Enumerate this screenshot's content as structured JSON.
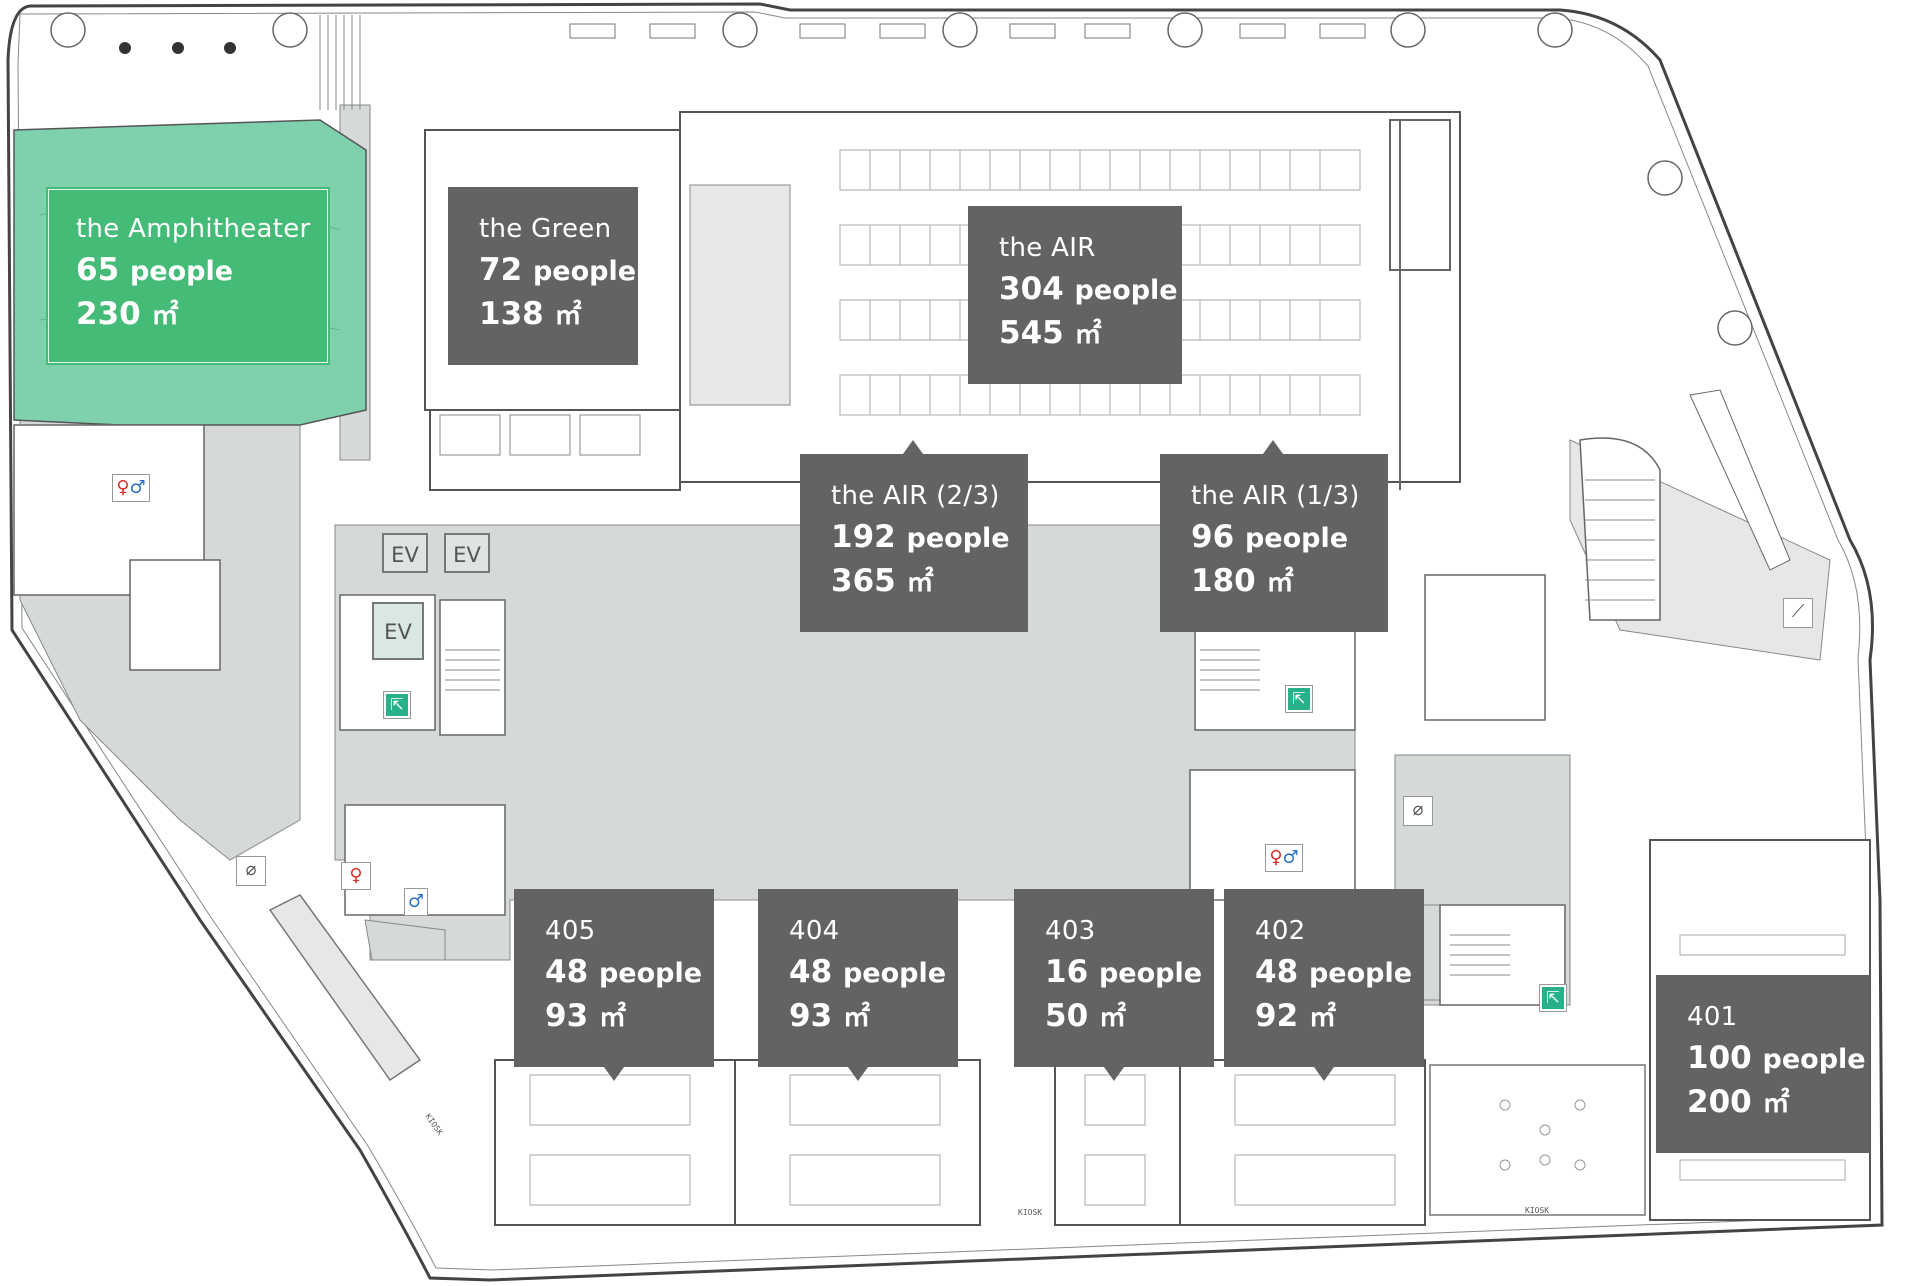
{
  "rooms": {
    "amphitheater": {
      "name": "the Amphitheater",
      "capacity": "65",
      "area": "230"
    },
    "green": {
      "name": "the Green",
      "capacity": "72",
      "area": "138"
    },
    "air": {
      "name": "the AIR",
      "capacity": "304",
      "area": "545"
    },
    "air_2_3": {
      "name": "the AIR (2/3)",
      "capacity": "192",
      "area": "365"
    },
    "air_1_3": {
      "name": "the AIR (1/3)",
      "capacity": "96",
      "area": "180"
    },
    "r405": {
      "name": "405",
      "capacity": "48",
      "area": "93"
    },
    "r404": {
      "name": "404",
      "capacity": "48",
      "area": "93"
    },
    "r403": {
      "name": "403",
      "capacity": "16",
      "area": "50"
    },
    "r402": {
      "name": "402",
      "capacity": "48",
      "area": "92"
    },
    "r401": {
      "name": "401",
      "capacity": "100",
      "area": "200"
    }
  },
  "units": {
    "people": "people",
    "area": "㎡"
  },
  "icons": {
    "elevator": "EV",
    "exit": "exit-icon",
    "restroom": "restroom-icon",
    "smoking": "smoking-icon",
    "escalator": "escalator-icon"
  },
  "kiosk": "KIOSK",
  "colors": {
    "label_bg": "#636363",
    "amphitheater": "#44bb77",
    "amphitheater_area": "#7fd0ad",
    "corridor": "#d6d9d9",
    "exit": "#27b08a",
    "restroom_female": "#d9302a",
    "restroom_male": "#2b6fc7"
  }
}
